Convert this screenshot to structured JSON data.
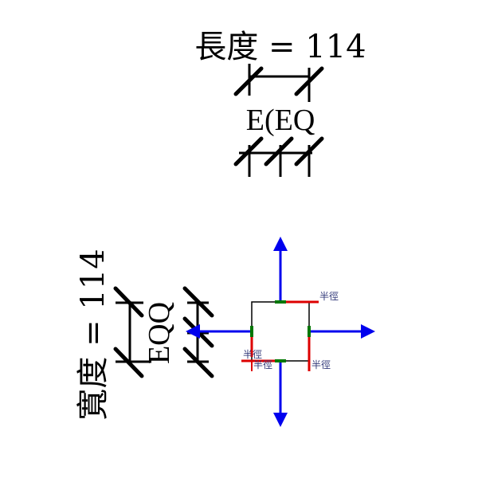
{
  "top_dimension": {
    "label": "長度 = 114",
    "constraint_text": "E(EQ"
  },
  "left_dimension": {
    "label": "寬度 = 114",
    "constraint_text": "EQQ"
  },
  "radius_labels": [
    "半徑",
    "半徑",
    "半徑",
    "半徑"
  ],
  "colors": {
    "axis": "#0000ee",
    "radius": "#dd0000",
    "midpoint": "#007700",
    "line": "#000000",
    "label": "#333a7a"
  }
}
